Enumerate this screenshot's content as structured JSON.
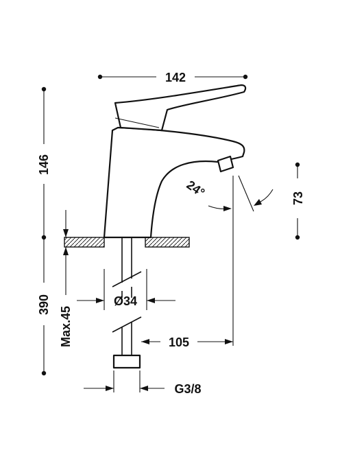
{
  "dimensions": {
    "overall_width": "142",
    "overall_height": "146",
    "spout_height": "73",
    "spout_angle": "24°",
    "installed_depth": "390",
    "max_thickness": "Max.45",
    "mounting_diameter": "Ø34",
    "spout_reach": "105",
    "connection_thread": "G3/8"
  },
  "colors": {
    "line": "#111111",
    "background": "#ffffff"
  }
}
